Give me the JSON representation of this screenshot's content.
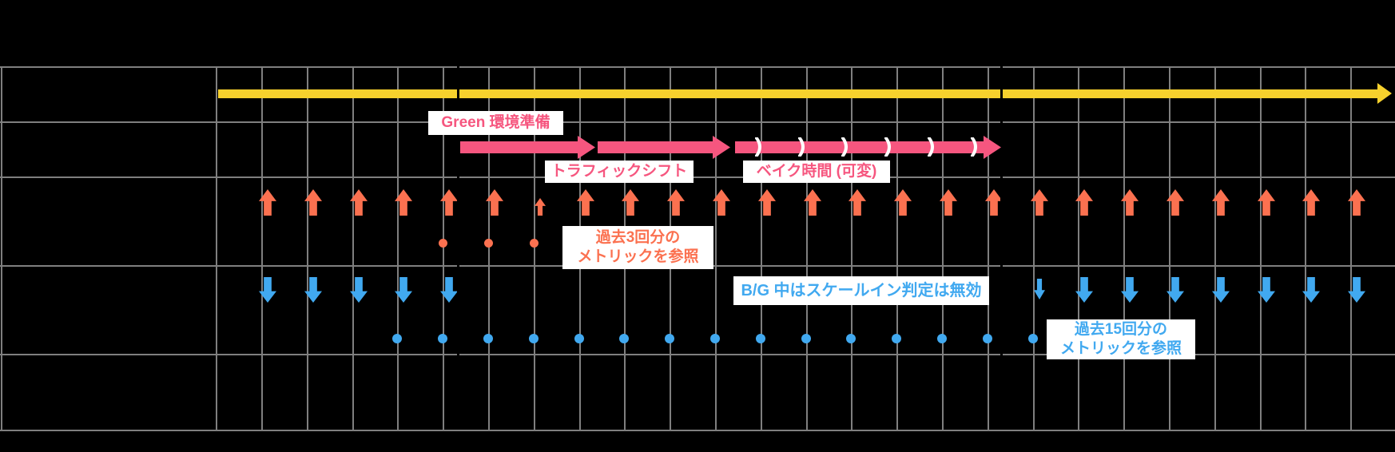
{
  "diagram": {
    "title": "",
    "labels": {
      "green_prep": "Green 環境準備",
      "traffic_shift": "トラフィックシフト",
      "bake_time": "ベイク時間 (可変)",
      "scale_out_metric_note": {
        "line1": "過去3回分の",
        "line2": "メトリックを参照"
      },
      "bg_scale_in_note": "B/G 中はスケールイン判定は無効",
      "scale_in_metric_note": {
        "line1": "過去15回分の",
        "line2": "メトリックを参照"
      }
    },
    "counts": {
      "scale_out_up_arrows": 25,
      "scale_out_small_arrow_index": 6,
      "scale_out_metric_dots": 3,
      "scale_out_metric_dot_columns": [
        4,
        5,
        6
      ],
      "scale_in_arrows_before_bg_columns": [
        0,
        1,
        2,
        3,
        4
      ],
      "scale_in_small_arrow_column": 17,
      "scale_in_arrows_after_bg_columns": [
        18,
        19,
        20,
        21,
        22,
        23,
        24
      ],
      "scale_in_metric_dots": 15,
      "bake_time_chevrons": 6
    },
    "colors": {
      "background": "#000000",
      "grid": "#7f7f7f",
      "timeline_yellow": "#f7d12d",
      "deployment_pink": "#f6567f",
      "scale_out_orange": "#fb7150",
      "scale_in_blue": "#41a9f0",
      "label_background": "#ffffff",
      "bg_window_marker": "#000000"
    }
  }
}
